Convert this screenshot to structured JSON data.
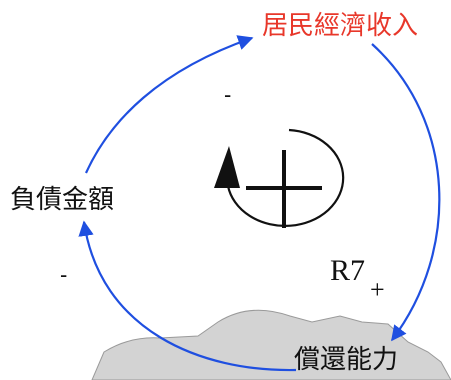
{
  "nodes": {
    "income": {
      "label": "居民經濟收入",
      "color": "#e8372a"
    },
    "debt": {
      "label": "負債金額",
      "color": "#111111"
    },
    "repay": {
      "label": "償還能力",
      "color": "#111111"
    }
  },
  "links": [
    {
      "from": "debt",
      "to": "income",
      "polarity": "-"
    },
    {
      "from": "income",
      "to": "repay",
      "polarity": ""
    },
    {
      "from": "repay",
      "to": "debt",
      "polarity": "-"
    }
  ],
  "loop": {
    "id": "R7",
    "sign": "+",
    "symbol": "+"
  },
  "colors": {
    "arrow": "#1f4fe0",
    "cloud_fill": "#cfcfcf",
    "cloud_stroke": "#9a9a9a"
  }
}
